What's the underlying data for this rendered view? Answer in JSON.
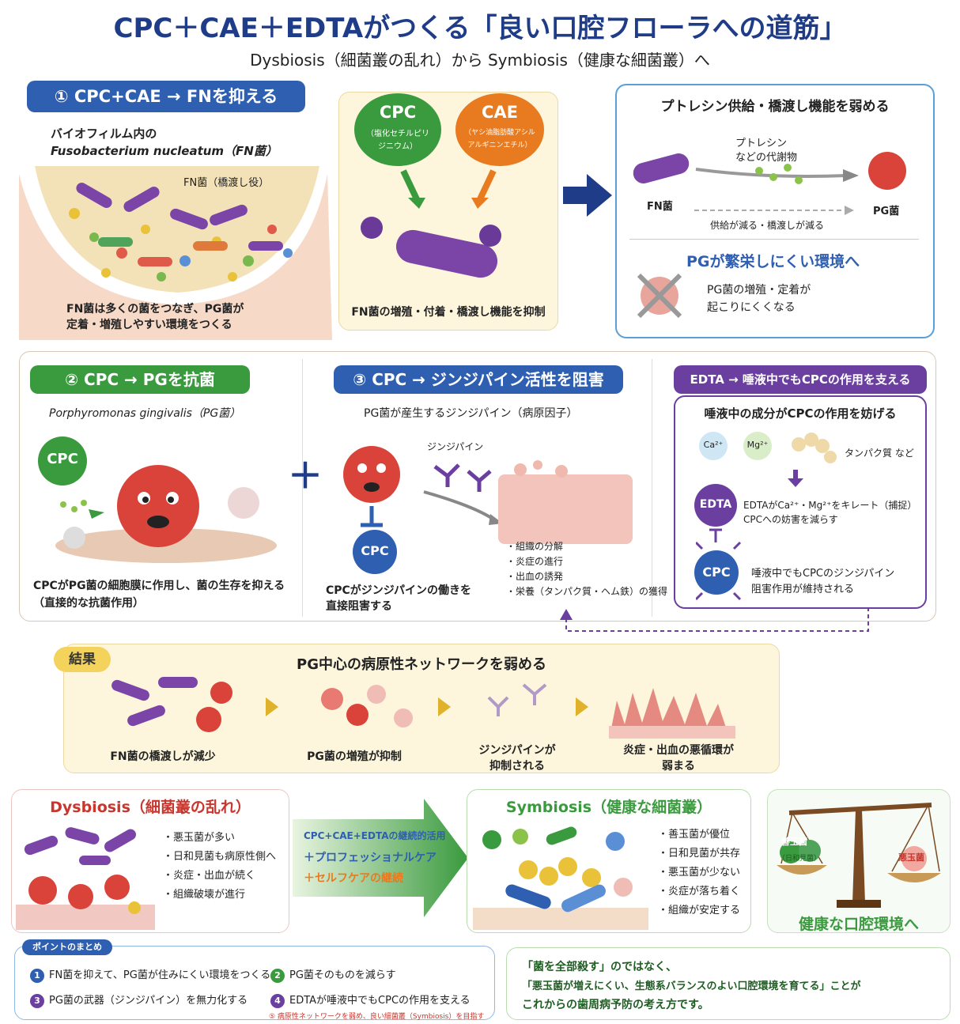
{
  "header": {
    "title": "CPC＋CAE＋EDTAがつくる「良い口腔フローラへの道筋」",
    "subtitle": "Dysbiosis（細菌叢の乱れ）から Symbiosis（健康な細菌叢）へ"
  },
  "step1": {
    "badge": "① CPC+CAE → FNを抑える",
    "biofilm_line1": "バイオフィルム内の",
    "biofilm_line2": "Fusobacterium nucleatum（FN菌）",
    "fn_label": "FN菌（橋渡し役）",
    "caption_line1": "FN菌は多くの菌をつなぎ、PG菌が",
    "caption_line2": "定着・増殖しやすい環境をつくる",
    "cpc_name": "CPC",
    "cpc_desc_line1": "（塩化セチルピリ",
    "cpc_desc_line2": "ジニウム）",
    "cae_name": "CAE",
    "cae_desc_line1": "（ヤシ油脂肪酸アシル",
    "cae_desc_line2": "アルギニンエチル）",
    "suppress_caption": "FN菌の増殖・付着・橋渡し機能を抑制",
    "right_title": "プトレシン供給・橋渡し機能を弱める",
    "putrescine_line1": "プトレシン",
    "putrescine_line2": "などの代謝物",
    "fn_short": "FN菌",
    "pg_short": "PG菌",
    "supply_reduced": "供給が減る・橋渡しが減る",
    "pg_env_title": "PGが繁栄しにくい環境へ",
    "pg_env_line1": "PG菌の増殖・定着が",
    "pg_env_line2": "起こりにくくなる"
  },
  "step2": {
    "badge": "② CPC → PGを抗菌",
    "species": "Porphyromonas gingivalis（PG菌）",
    "cpc": "CPC",
    "caption_line1": "CPCがPG菌の細胞膜に作用し、菌の生存を抑える",
    "caption_line2": "（直接的な抗菌作用）"
  },
  "step3": {
    "badge": "③ CPC → ジンジパイン活性を阻害",
    "subtitle": "PG菌が産生するジンジパイン（病原因子）",
    "gingipain": "ジンジパイン",
    "cpc": "CPC",
    "effects": [
      "・組織の分解",
      "・炎症の進行",
      "・出血の誘発",
      "・栄養（タンパク質・ヘム鉄）の獲得"
    ],
    "caption_line1": "CPCがジンジパインの働きを",
    "caption_line2": "直接阻害する"
  },
  "edta": {
    "badge": "EDTA → 唾液中でもCPCの作用を支える",
    "title": "唾液中の成分がCPCの作用を妨げる",
    "ca": "Ca²⁺",
    "mg": "Mg²⁺",
    "protein": "タンパク質 など",
    "edta_label": "EDTA",
    "chelate_line1": "EDTAがCa²⁺・Mg²⁺をキレート（捕捉）",
    "chelate_line2": "CPCへの妨害を減らす",
    "cpc": "CPC",
    "maintain_line1": "唾液中でもCPCのジンジパイン",
    "maintain_line2": "阻害作用が維持される"
  },
  "result": {
    "badge": "結果",
    "title": "PG中心の病原性ネットワークを弱める",
    "steps": [
      {
        "line1": "FN菌の橋渡しが減少",
        "line2": ""
      },
      {
        "line1": "PG菌の増殖が抑制",
        "line2": ""
      },
      {
        "line1": "ジンジパインが",
        "line2": "抑制される"
      },
      {
        "line1": "炎症・出血の悪循環が",
        "line2": "弱まる"
      }
    ]
  },
  "dysbiosis": {
    "title": "Dysbiosis（細菌叢の乱れ）",
    "items": [
      "・悪玉菌が多い",
      "・日和見菌も病原性側へ",
      "・炎症・出血が続く",
      "・組織破壊が進行"
    ]
  },
  "arrow_text": {
    "line1": "CPC+CAE+EDTAの継続的活用",
    "line2": "＋プロフェッショナルケア",
    "line3": "＋セルフケアの継続"
  },
  "symbiosis": {
    "title": "Symbiosis（健康な細菌叢）",
    "items": [
      "・善玉菌が優位",
      "・日和見菌が共存",
      "・悪玉菌が少ない",
      "・炎症が落ち着く",
      "・組織が安定する"
    ]
  },
  "balance": {
    "good": "善玉菌",
    "good_sub": "（日和見菌）",
    "bad": "悪玉菌",
    "caption": "健康な口腔環境へ"
  },
  "summary": {
    "title": "ポイントのまとめ",
    "points": [
      "FN菌を抑えて、PG菌が住みにくい環境をつくる",
      "PG菌そのものを減らす",
      "PG菌の武器（ジンジパイン）を無力化する",
      "EDTAが唾液中でもCPCの作用を支える"
    ],
    "point5": "⑤ 病原性ネットワークを弱め、良い細菌叢（Symbiosis）を目指す"
  },
  "closing": {
    "line1": "「菌を全部殺す」のではなく、",
    "line2": "「悪玉菌が増えにくい、生態系バランスのよい口腔環境を育てる」ことが",
    "line3": "これからの歯周病予防の考え方です。"
  },
  "colors": {
    "navy": "#1f3c88",
    "green": "#3a9a3e",
    "blue": "#2e5fb0",
    "purple": "#6a3fa0",
    "orange": "#e87a1f",
    "red": "#d9433a",
    "yellow_bg": "#fdf6dd"
  }
}
